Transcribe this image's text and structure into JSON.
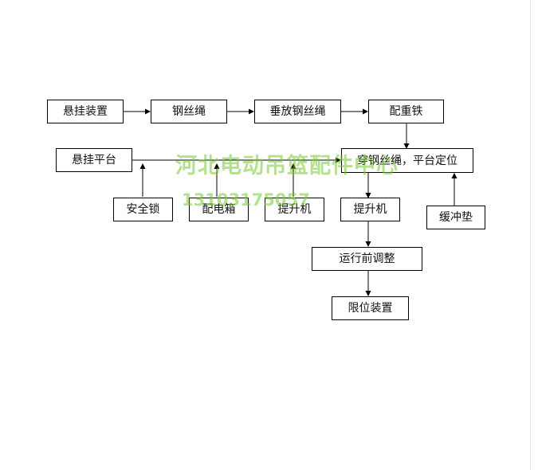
{
  "flowchart": {
    "boxes": {
      "suspension_device": "悬挂装置",
      "wire_rope": "钢丝绳",
      "hang_wire_rope": "垂放钢丝绳",
      "counterweight": "配重铁",
      "suspension_platform": "悬挂平台",
      "thread_rope_position": "穿钢丝绳，平台定位",
      "safety_lock": "安全锁",
      "distribution_box": "配电箱",
      "hoist_left": "提升机",
      "hoist_right": "提升机",
      "buffer_pad": "缓冲垫",
      "pre_run_adjust": "运行前调整",
      "limit_device": "限位装置"
    }
  },
  "watermark": {
    "title": "河北电动吊篮配件中心",
    "phone": "13103175057"
  },
  "colors": {
    "box_border": "#000000",
    "line": "#000000",
    "watermark": "#78c832"
  }
}
